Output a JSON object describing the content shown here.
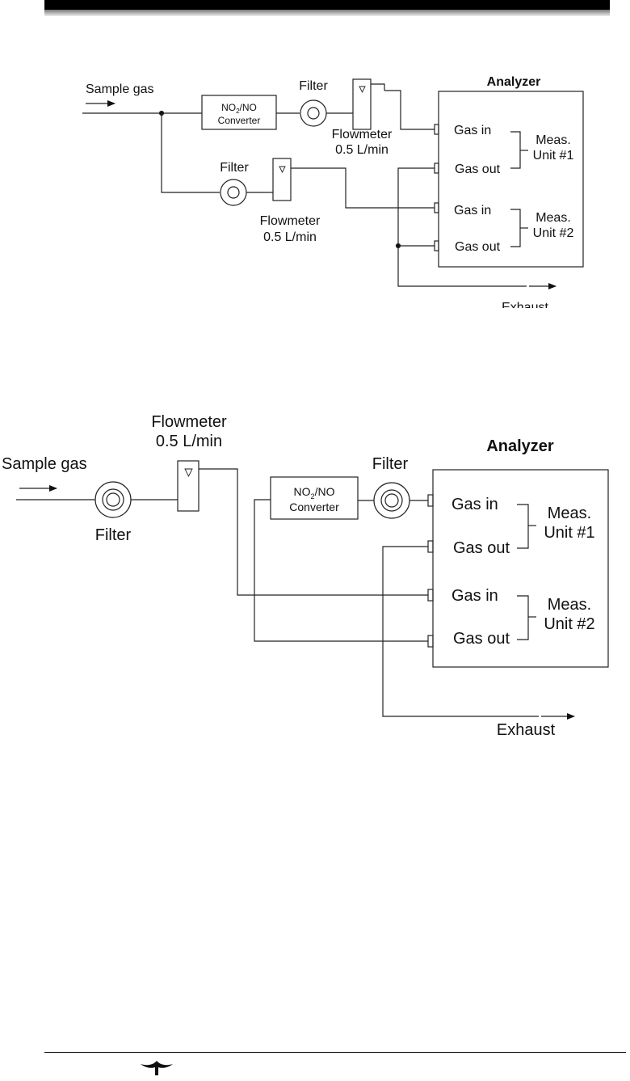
{
  "diagram1": {
    "sample_gas": "Sample gas",
    "converter_line1_main": "NO",
    "converter_line1_sub": "2",
    "converter_line1_rest": "/NO",
    "converter_line2": "Converter",
    "filter_top": "Filter",
    "filter_lower": "Filter",
    "flowmeter_top_line1": "Flowmeter",
    "flowmeter_top_line2": "0.5 L/min",
    "flowmeter_lower_line1": "Flowmeter",
    "flowmeter_lower_line2": "0.5 L/min",
    "analyzer_title": "Analyzer",
    "gas_in_1": "Gas in",
    "gas_out_1": "Gas out",
    "gas_in_2": "Gas in",
    "gas_out_2": "Gas out",
    "meas_unit1_line1": "Meas.",
    "meas_unit1_line2": "Unit #1",
    "meas_unit2_line1": "Meas.",
    "meas_unit2_line2": "Unit #2",
    "exhaust": "Exhaust"
  },
  "diagram2": {
    "sample_gas": "Sample gas",
    "filter_inlet": "Filter",
    "flowmeter_line1": "Flowmeter",
    "flowmeter_line2": "0.5 L/min",
    "converter_line1_main": "NO",
    "converter_line1_sub": "2",
    "converter_line1_rest": "/NO",
    "converter_line2": "Converter",
    "filter_converter": "Filter",
    "analyzer_title": "Analyzer",
    "gas_in_1": "Gas in",
    "gas_out_1": "Gas out",
    "gas_in_2": "Gas in",
    "gas_out_2": "Gas out",
    "meas_unit1_line1": "Meas.",
    "meas_unit1_line2": "Unit #1",
    "meas_unit2_line1": "Meas.",
    "meas_unit2_line2": "Unit #2",
    "exhaust": "Exhaust"
  },
  "logo_icon": "teledyne-logo-icon"
}
